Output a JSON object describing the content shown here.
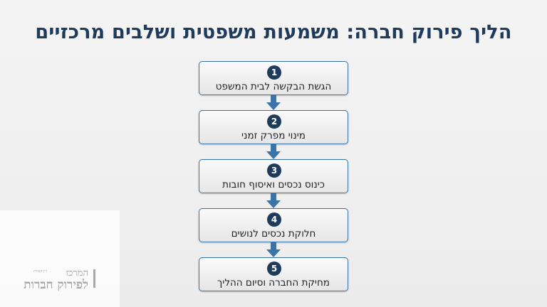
{
  "title": "הליך פירוק חברה: משמעות משפטית ושלבים מרכזיים",
  "steps": [
    {
      "number": "1",
      "label": "הגשת הבקשה לבית המשפט"
    },
    {
      "number": "2",
      "label": "מינוי מפרק זמני"
    },
    {
      "number": "3",
      "label": "כינוס נכסים ואיסוף חובות"
    },
    {
      "number": "4",
      "label": "חלוקת נכסים לנושים"
    },
    {
      "number": "5",
      "label": "מחיקת החברה וסיום ההליך"
    }
  ],
  "watermark": {
    "line1": "המרכז",
    "line2": "לפירוק חברות",
    "small": "דין חברות"
  },
  "colors": {
    "title": "#1f3b5c",
    "accent": "#3b74a8",
    "badge": "#1f3b5c"
  }
}
